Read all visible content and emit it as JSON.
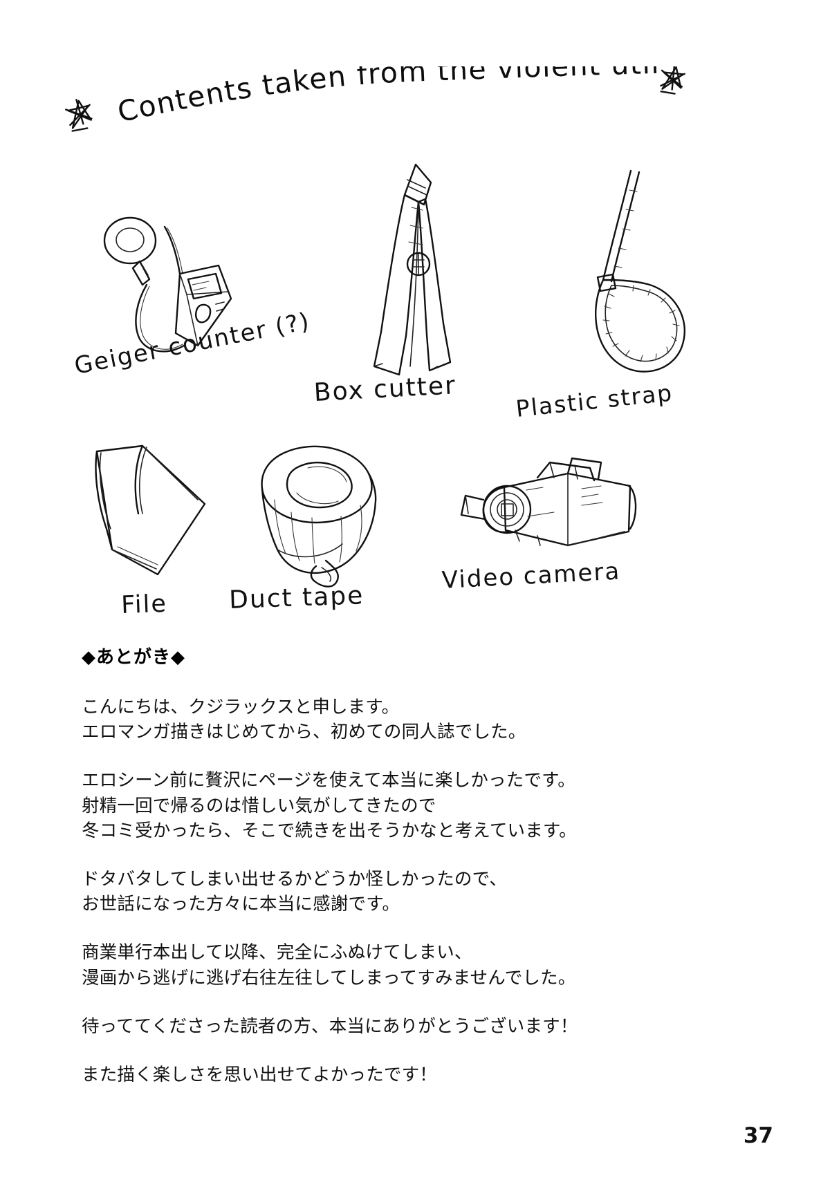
{
  "page": {
    "title": "Contents taken from the violent utility bag!",
    "title_star_left": "star-burst",
    "title_star_right": "star-burst",
    "page_number": "37"
  },
  "items": [
    {
      "id": "geiger-counter",
      "label": "Geiger counter (?)",
      "icon": "geiger-counter-sketch"
    },
    {
      "id": "box-cutter",
      "label": "Box cutter",
      "icon": "box-cutter-sketch"
    },
    {
      "id": "plastic-strap",
      "label": "Plastic strap",
      "icon": "plastic-strap-sketch"
    },
    {
      "id": "file",
      "label": "File",
      "icon": "file-sketch"
    },
    {
      "id": "duct-tape",
      "label": "Duct tape",
      "icon": "duct-tape-sketch"
    },
    {
      "id": "video-camera",
      "label": "Video camera",
      "icon": "video-camera-sketch"
    }
  ],
  "afterword": {
    "heading": "◆あとがき◆",
    "paragraphs": [
      {
        "lines": [
          "こんにちは、クジラックスと申します。",
          "エロマンガ描きはじめてから、初めての同人誌でした。"
        ]
      },
      {
        "lines": [
          "エロシーン前に贅沢にページを使えて本当に楽しかったです。",
          "射精一回で帰るのは惜しい気がしてきたので",
          "冬コミ受かったら、そこで続きを出そうかなと考えています。"
        ]
      },
      {
        "lines": [
          "ドタバタしてしまい出せるかどうか怪しかったので、",
          "お世話になった方々に本当に感謝です。"
        ]
      },
      {
        "lines": [
          "商業単行本出して以降、完全にふぬけてしまい、",
          "漫画から逃げに逃げ右往左往してしまってすみませんでした。"
        ]
      },
      {
        "lines": [
          "待っててくださった読者の方、本当にありがとうございます！"
        ]
      },
      {
        "lines": [
          "また描く楽しさを思い出せてよかったです！"
        ]
      }
    ]
  },
  "colors": {
    "ink": "#111111",
    "paper": "#ffffff"
  }
}
